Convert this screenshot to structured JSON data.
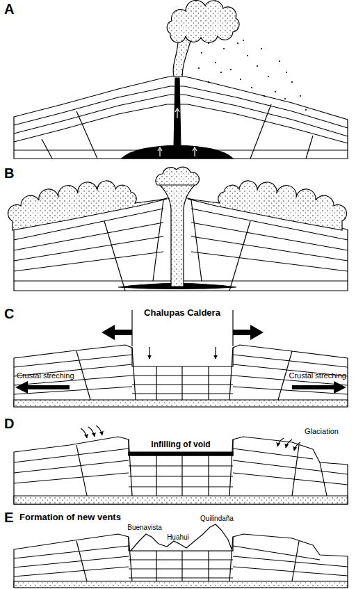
{
  "diagram": {
    "labels": [
      "A",
      "B",
      "C",
      "D",
      "E",
      "Chalupas Caldera",
      "Crustal streching",
      "Crustal streching",
      "Infilling of void",
      "Glaciation",
      "Formation of new vents",
      "Buenavista",
      "Huahui",
      "Quilindaña"
    ]
  }
}
